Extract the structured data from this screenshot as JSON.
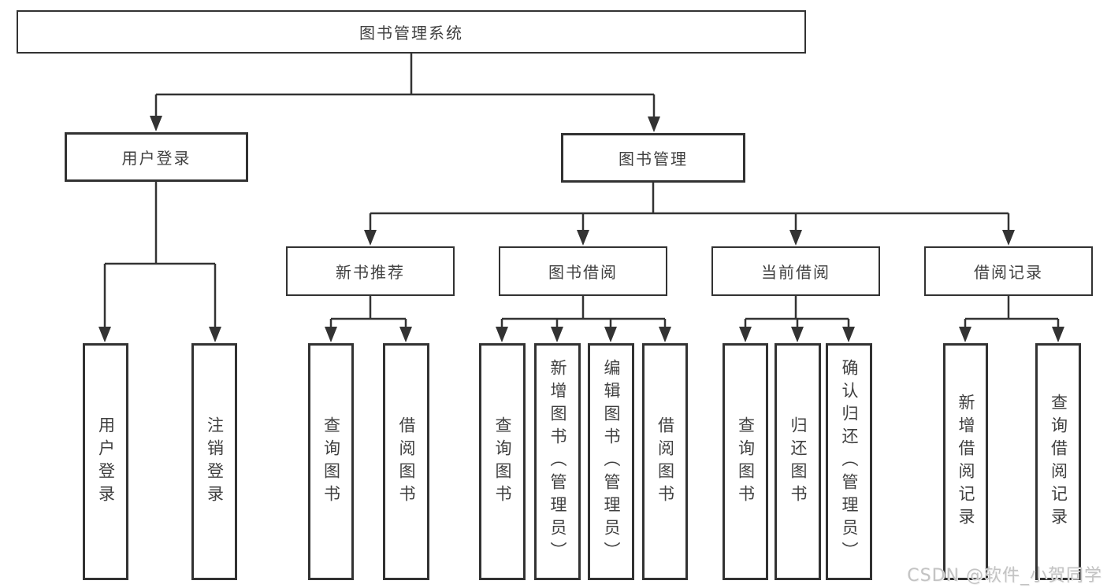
{
  "diagram": {
    "type": "tree",
    "root": {
      "label": "图书管理系统"
    },
    "user_login": {
      "label": "用户登录",
      "children": [
        {
          "label": "用户登录"
        },
        {
          "label": "注销登录"
        }
      ]
    },
    "book_mgmt": {
      "label": "图书管理",
      "groups": [
        {
          "label": "新书推荐",
          "children": [
            {
              "label": "查询图书"
            },
            {
              "label": "借阅图书"
            }
          ]
        },
        {
          "label": "图书借阅",
          "children": [
            {
              "label": "查询图书"
            },
            {
              "label": "新增图书（管理员）"
            },
            {
              "label": "编辑图书（管理员）"
            },
            {
              "label": "借阅图书"
            }
          ]
        },
        {
          "label": "当前借阅",
          "children": [
            {
              "label": "查询图书"
            },
            {
              "label": "归还图书"
            },
            {
              "label": "确认归还（管理员）"
            }
          ]
        },
        {
          "label": "借阅记录",
          "children": [
            {
              "label": "新增借阅记录"
            },
            {
              "label": "查询借阅记录"
            }
          ]
        }
      ]
    }
  },
  "watermark": {
    "text": "CSDN @软件_小贺同学"
  },
  "colors": {
    "box_border": "#323232",
    "text": "#404040",
    "connector": "#333333",
    "watermark_text": "#c3c3c3",
    "background": "#ffffff"
  }
}
